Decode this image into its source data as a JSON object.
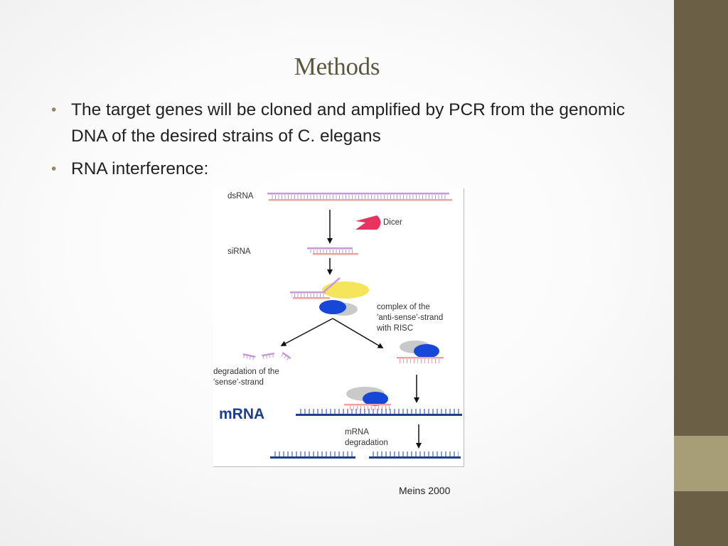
{
  "slide": {
    "title": "Methods",
    "bullets": [
      "The target genes will be cloned and amplified by PCR from the genomic DNA of the desired strains of C. elegans",
      "RNA interference:"
    ],
    "bullet_glyph": "•",
    "citation": "Meins 2000"
  },
  "figure": {
    "labels": {
      "dsrna": "dsRNA",
      "dicer": "Dicer",
      "sirna": "siRNA",
      "complex_line1": "complex of the",
      "complex_line2": "'anti-sense'-strand",
      "complex_line3": "with RISC",
      "degradation_line1": "degradation of the",
      "degradation_line2": "'sense'-strand",
      "mrna": "mRNA",
      "mrna_degradation_line1": "mRNA",
      "mrna_degradation_line2": "degradation"
    }
  },
  "colors": {
    "sense_strand": "#c89ad8",
    "antisense_strand": "#f2a1a1",
    "mrna_strand": "#1f3f8f",
    "dicer": "#e8335e",
    "risc_blue": "#1747d6",
    "risc_grey": "#c9c9c9",
    "complex_yellow": "#f5e55a",
    "side_band_dark": "#6b5f45",
    "side_band_light": "#a79e78"
  }
}
